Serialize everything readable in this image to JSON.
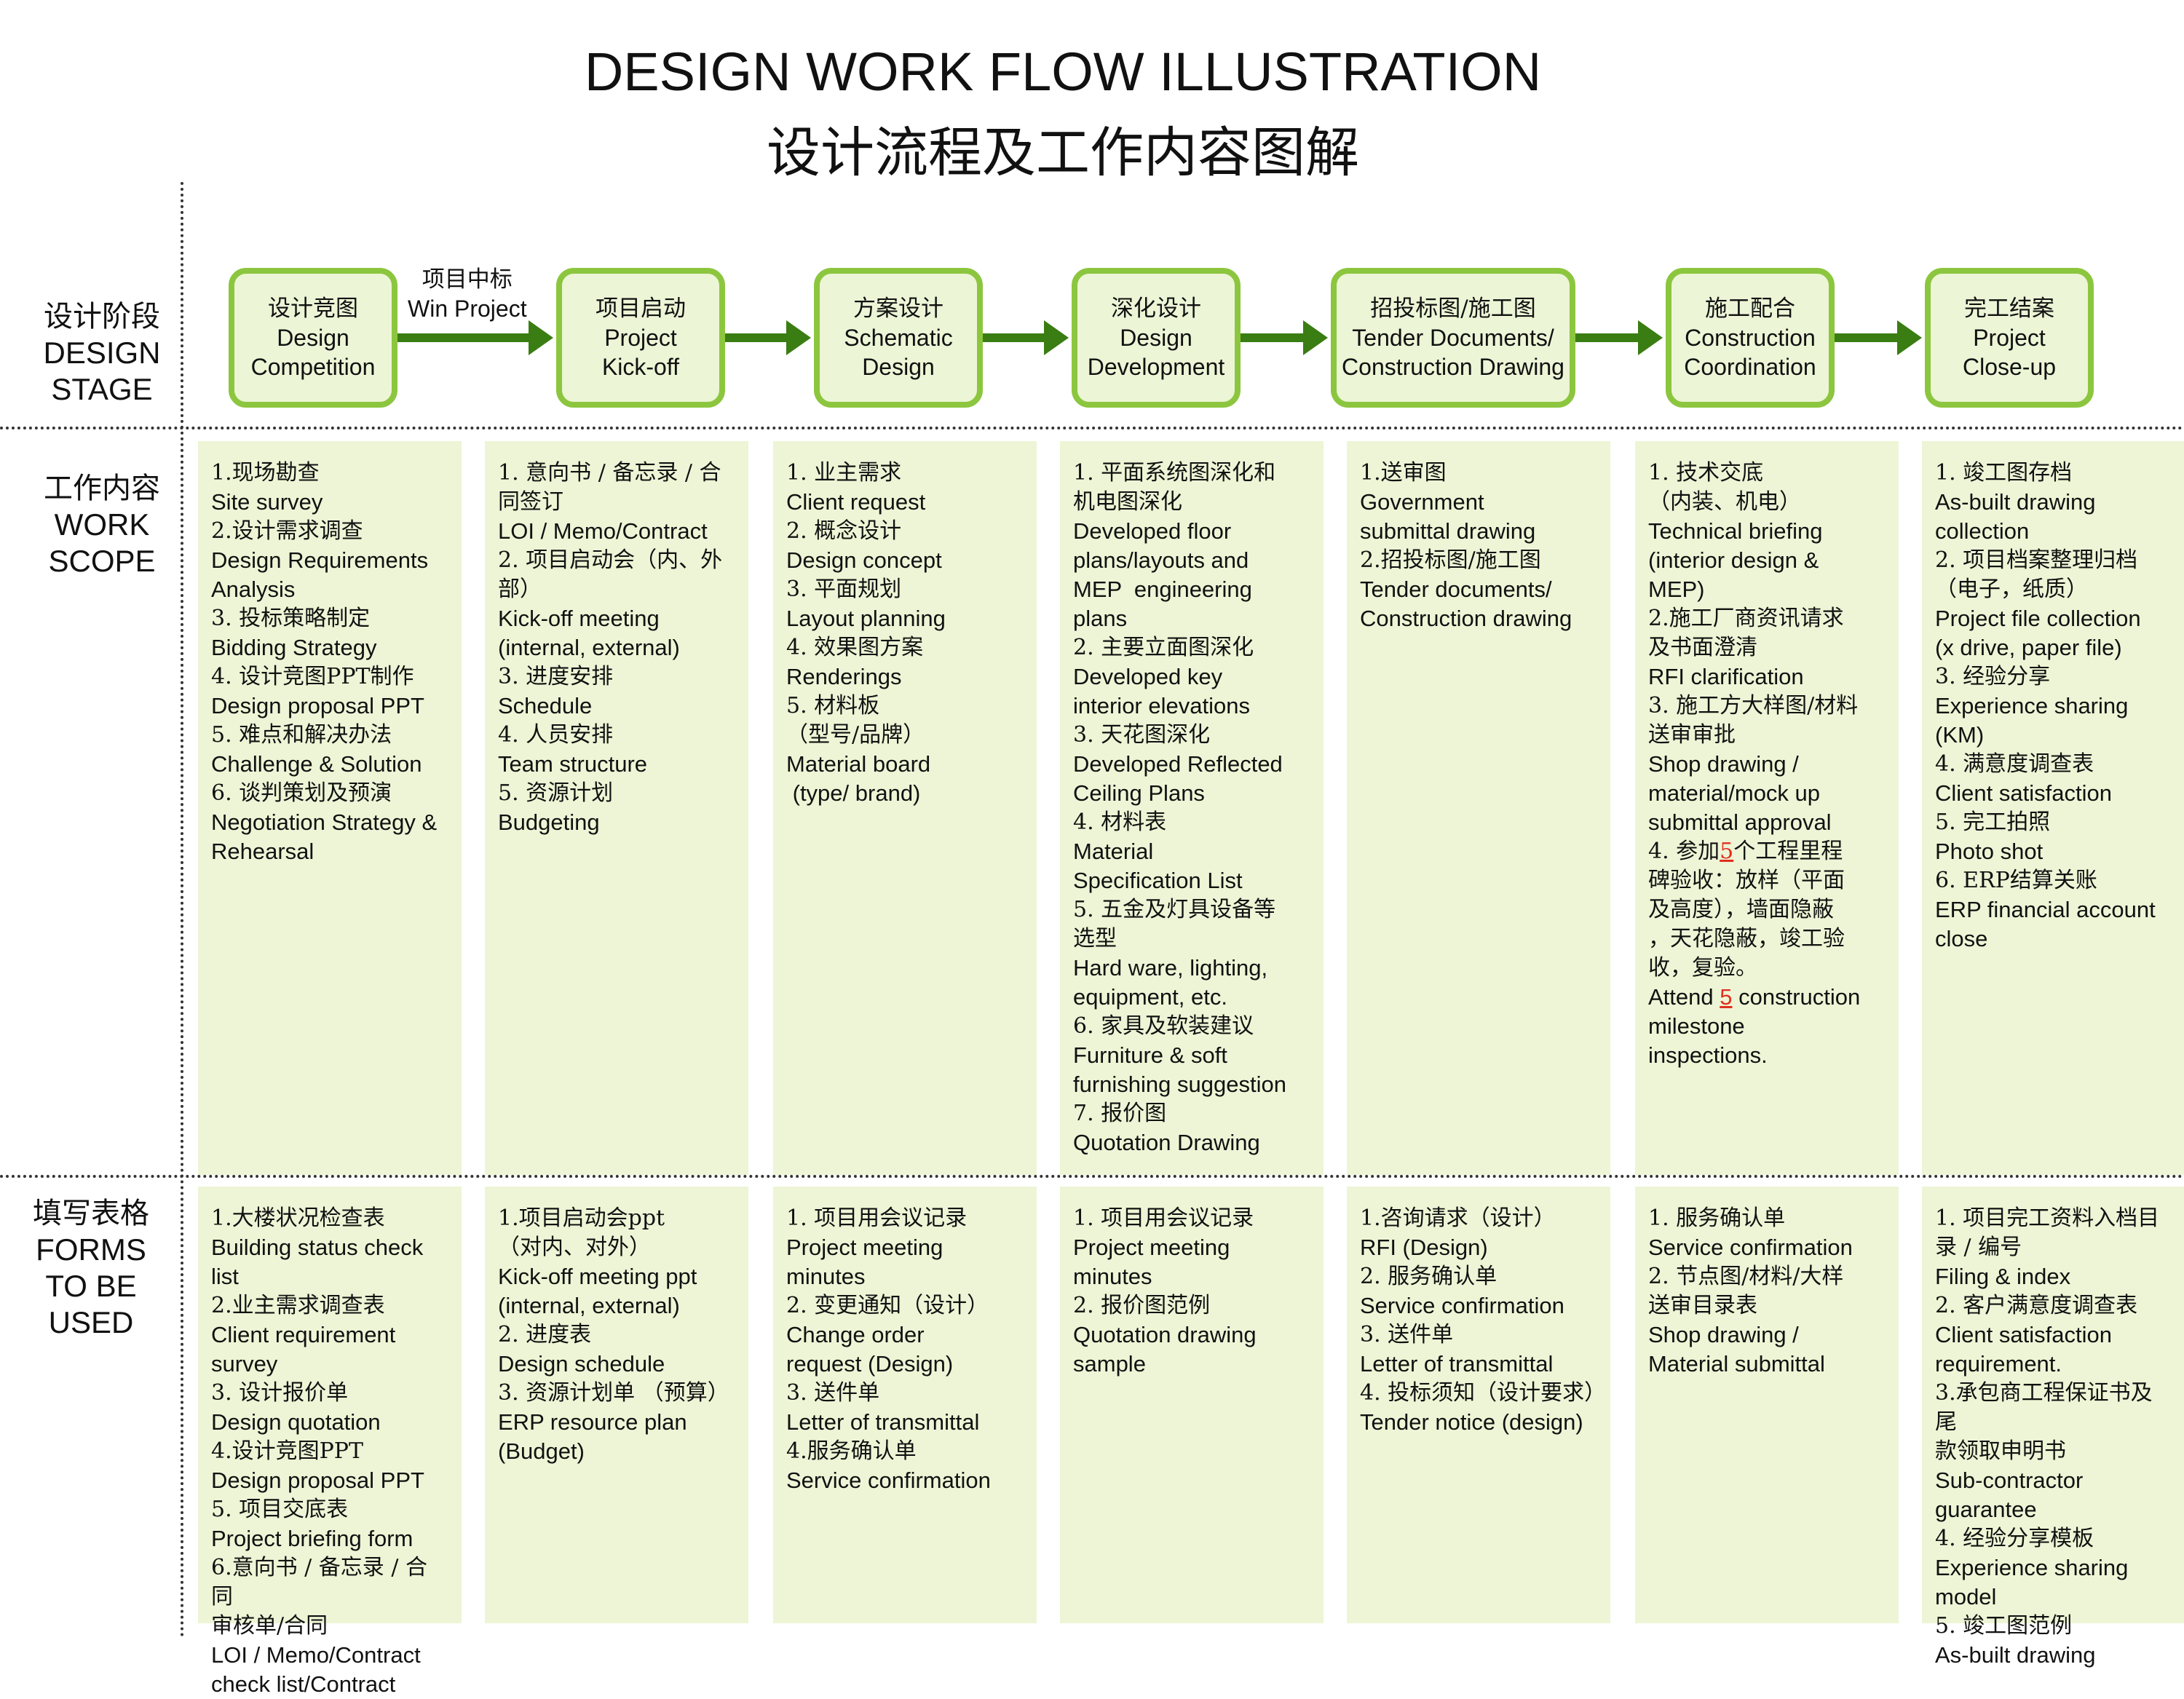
{
  "title": {
    "en": "DESIGN WORK FLOW ILLUSTRATION",
    "cn": "设计流程及工作内容图解"
  },
  "row_labels": {
    "stage": {
      "cn": "设计阶段",
      "en1": "DESIGN",
      "en2": "STAGE"
    },
    "scope": {
      "cn": "工作内容",
      "en1": "WORK",
      "en2": "SCOPE"
    },
    "forms": {
      "cn": "填写表格",
      "en1": "FORMS",
      "en2": "TO BE",
      "en3": "USED"
    }
  },
  "win_project": {
    "cn": "项目中标",
    "en": "Win Project"
  },
  "stages": [
    {
      "cn": "设计竞图",
      "en1": "Design",
      "en2": "Competition"
    },
    {
      "cn": "项目启动",
      "en1": "Project",
      "en2": "Kick-off"
    },
    {
      "cn": "方案设计",
      "en1": "Schematic",
      "en2": "Design"
    },
    {
      "cn": "深化设计",
      "en1": "Design",
      "en2": "Development"
    },
    {
      "cn": "招投标图/施工图",
      "en1": "Tender Documents/",
      "en2": "Construction Drawing"
    },
    {
      "cn": "施工配合",
      "en1": "Construction",
      "en2": "Coordination"
    },
    {
      "cn": "完工结案",
      "en1": "Project",
      "en2": "Close-up"
    }
  ],
  "scope": [
    [
      "1.现场勘查",
      "Site survey",
      "2.设计需求调查",
      "Design Requirements",
      "Analysis",
      "3. 投标策略制定",
      "Bidding Strategy",
      "4. 设计竞图PPT制作",
      "Design proposal PPT",
      "5. 难点和解决办法",
      "Challenge & Solution",
      "6. 谈判策划及预演",
      "Negotiation Strategy &",
      "Rehearsal"
    ],
    [
      "1. 意向书 / 备忘录 / 合",
      "同签订",
      "LOI / Memo/Contract",
      "2. 项目启动会（内、外",
      "部）",
      "Kick-off meeting",
      "(internal, external)",
      "3. 进度安排",
      "Schedule",
      "4. 人员安排",
      "Team structure",
      "5. 资源计划",
      "Budgeting"
    ],
    [
      "1. 业主需求",
      "Client request",
      "2. 概念设计",
      "Design concept",
      "3. 平面规划",
      "Layout planning",
      "4. 效果图方案",
      "Renderings",
      "5. 材料板",
      "（型号/品牌）",
      "Material board",
      " (type/ brand)"
    ],
    [
      "1. 平面系统图深化和",
      "机电图深化",
      "Developed floor",
      "plans/layouts and",
      "MEP  engineering",
      "plans",
      "2. 主要立面图深化",
      "Developed key",
      "interior elevations",
      "3. 天花图深化",
      "Developed Reflected",
      "Ceiling Plans",
      "4. 材料表",
      "Material",
      "Specification List",
      "5. 五金及灯具设备等",
      "选型",
      "Hard ware, lighting,",
      "equipment, etc.",
      "6. 家具及软装建议",
      "Furniture & soft",
      "furnishing suggestion",
      "7. 报价图",
      "Quotation Drawing"
    ],
    [
      "1.送审图",
      "Government",
      "submittal drawing",
      "2.招投标图/施工图",
      "Tender documents/",
      "Construction drawing"
    ],
    [
      "1. 技术交底",
      "（内装、机电）",
      "Technical briefing",
      "(interior design &",
      "MEP)",
      "2.施工厂商资讯请求",
      "及书面澄清",
      "RFI clarification",
      "3. 施工方大样图/材料",
      "送审审批",
      "Shop drawing /",
      "material/mock up",
      "submittal approval",
      "4. 参加5个工程里程",
      "碑验收：放样（平面",
      "及高度），墙面隐蔽",
      "，天花隐蔽，竣工验",
      "收，复验。",
      "Attend 5 construction",
      "milestone",
      "inspections."
    ],
    [
      "1. 竣工图存档",
      "As-built drawing",
      "collection",
      "2. 项目档案整理归档",
      "（电子，纸质）",
      "Project file collection",
      "(x drive, paper file)",
      "3. 经验分享",
      "Experience sharing",
      "(KM)",
      "4. 满意度调查表",
      "Client satisfaction",
      "5. 完工拍照",
      "Photo shot",
      "6. ERP结算关账",
      "ERP financial account",
      "close"
    ]
  ],
  "forms": [
    [
      "1.大楼状况检查表",
      "Building status check list",
      "2.业主需求调查表",
      "Client requirement",
      "survey",
      "3. 设计报价单",
      "Design quotation",
      "4.设计竞图PPT",
      "Design proposal PPT",
      "5. 项目交底表",
      "Project briefing form",
      "6.意向书 / 备忘录 / 合同",
      "审核单/合同",
      "LOI / Memo/Contract",
      "check list/Contract"
    ],
    [
      "1.项目启动会ppt",
      "（对内、对外）",
      "Kick-off meeting ppt",
      "(internal, external)",
      "2. 进度表",
      "Design schedule",
      "3. 资源计划单 （预算）",
      "ERP resource plan",
      "(Budget)"
    ],
    [
      "1. 项目用会议记录",
      "Project meeting",
      "minutes",
      "2. 变更通知（设计）",
      "Change order",
      "request (Design)",
      "3. 送件单",
      "Letter of transmittal",
      "4.服务确认单",
      "Service confirmation"
    ],
    [
      "1. 项目用会议记录",
      "Project meeting",
      "minutes",
      "2. 报价图范例",
      "Quotation drawing",
      "sample"
    ],
    [
      "1.咨询请求（设计）",
      "RFI (Design)",
      "2. 服务确认单",
      "Service confirmation",
      "3. 送件单",
      "Letter of transmittal",
      "4. 投标须知（设计要求）",
      "Tender notice (design)"
    ],
    [
      "1. 服务确认单",
      "Service confirmation",
      "2. 节点图/材料/大样",
      "送审目录表",
      "Shop drawing /",
      "Material submittal"
    ],
    [
      "1. 项目完工资料入档目",
      "录 / 编号",
      "Filing & index",
      "2. 客户满意度调查表",
      "Client satisfaction",
      "requirement.",
      "3.承包商工程保证书及尾",
      "款领取申明书",
      "Sub-contractor",
      "guarantee",
      "4. 经验分享模板",
      "Experience sharing",
      "model",
      "5. 竣工图范例",
      "As-built drawing"
    ]
  ],
  "colors": {
    "box_border": "#8cc63f",
    "box_fill": "#ecf5d6",
    "column_fill": "#eef5d6",
    "arrow": "#3a7d12",
    "highlight": "#e0301e"
  }
}
